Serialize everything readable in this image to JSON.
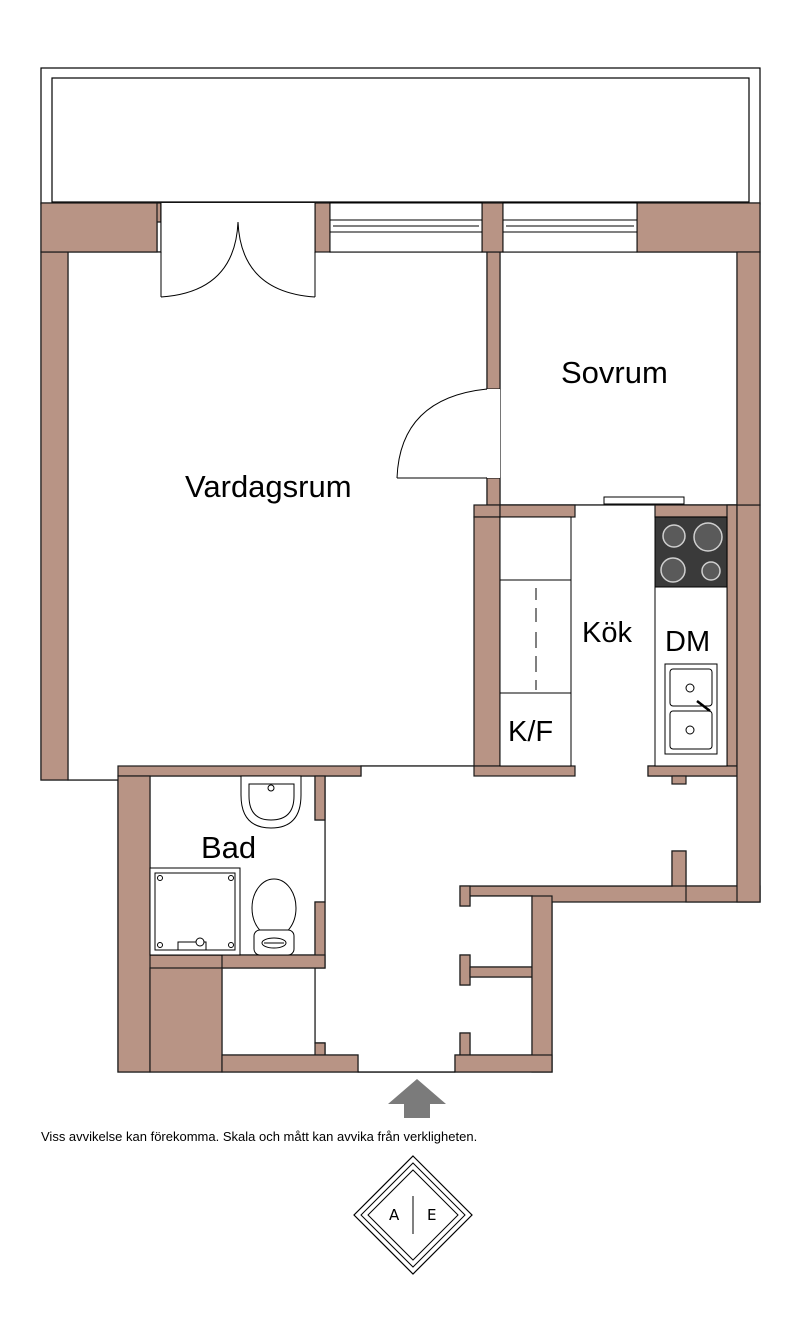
{
  "rooms": {
    "vardagsrum": "Vardagsrum",
    "sovrum": "Sovrum",
    "kok": "Kök",
    "bad": "Bad",
    "dm": "DM",
    "kf": "K/F"
  },
  "disclaimer": "Viss avvikelse kan förekomma. Skala och mått kan avvika från verkligheten.",
  "logo": {
    "left": "A",
    "right": "E"
  },
  "colors": {
    "wall": "#b89485",
    "wall_outline": "#1a1a1a",
    "stove": "#3a3a3a",
    "arrow": "#7b7b7b"
  },
  "icons": [
    "entrance-arrow-icon",
    "double-door-icon",
    "swing-door-icon",
    "sink-icon",
    "toilet-icon",
    "shower-icon",
    "stove-icon",
    "kitchen-sink-icon",
    "brand-logo-icon"
  ]
}
